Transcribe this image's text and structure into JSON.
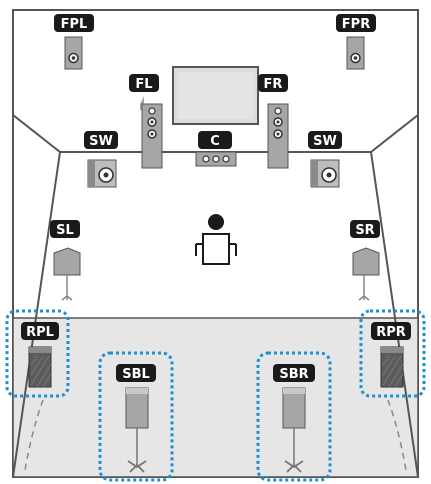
{
  "labels": {
    "fpl": "FPL",
    "fpr": "FPR",
    "fl": "FL",
    "fr": "FR",
    "c": "C",
    "sw_left": "SW",
    "sw_right": "SW",
    "sl": "SL",
    "sr": "SR",
    "rpl": "RPL",
    "rpr": "RPR",
    "sbl": "SBL",
    "sbr": "SBR"
  },
  "colors": {
    "label_bg": "#1a1a1a",
    "label_text": "#ffffff",
    "room_line": "#555555",
    "speaker_fill": "#a6a6a6",
    "speaker_dark": "#5c5c5c",
    "rear_zone": "#e6e6e6",
    "highlight": "#1e8fd0",
    "tv_fill": "#dcdcdc"
  },
  "icons": {
    "listener": "person-on-chair-icon",
    "tv": "tv-screen-icon",
    "highlight": "dotted-blue-outline"
  }
}
